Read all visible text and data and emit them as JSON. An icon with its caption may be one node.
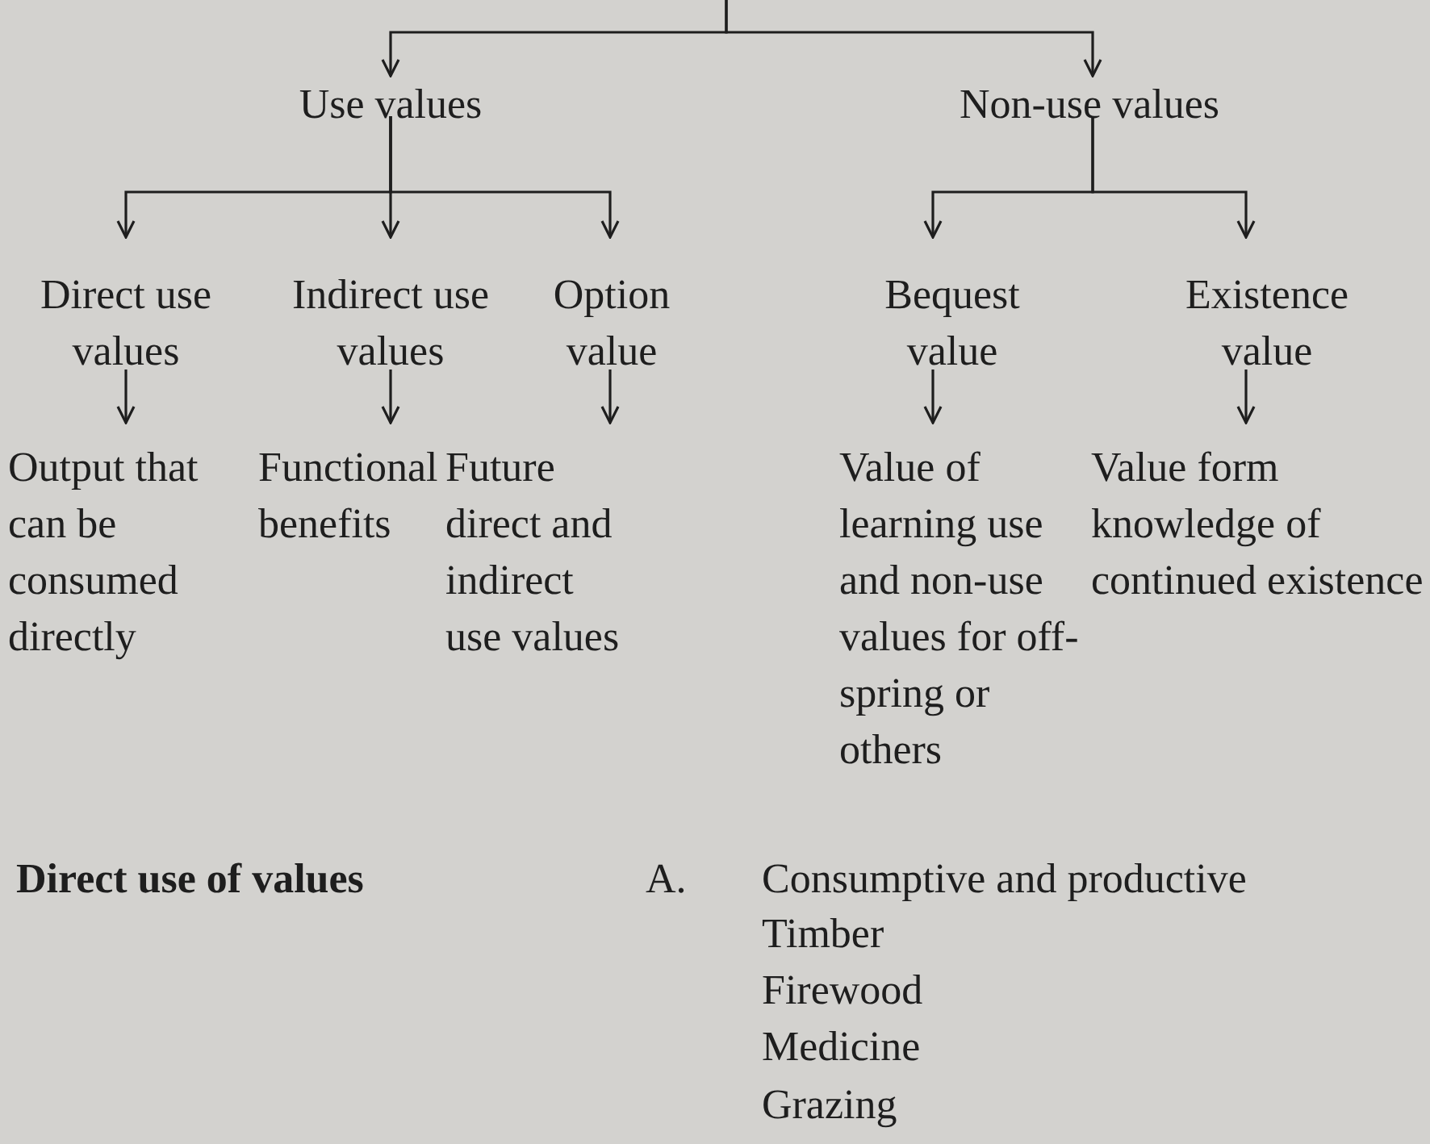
{
  "diagram": {
    "nodes": [
      {
        "text": [
          "Use values"
        ]
      },
      {
        "text": [
          "Non-use values"
        ]
      },
      {
        "text": [
          "Direct use values"
        ]
      },
      {
        "text": [
          "Indirect use values"
        ]
      },
      {
        "text": [
          "Option value"
        ]
      },
      {
        "text": [
          "Bequest value"
        ]
      },
      {
        "text": [
          "Existence value"
        ]
      },
      {
        "text": [
          "Output that can be consumed directly"
        ]
      },
      {
        "text": [
          "Functional benefits"
        ]
      },
      {
        "text": [
          "Future direct and indirect use values"
        ]
      },
      {
        "text": [
          "Value of learning use and non-use values for off-spring or others"
        ]
      },
      {
        "text": [
          "Value form knowledge of continued existence"
        ]
      }
    ],
    "edges": [
      {
        "from": null,
        "to": 0,
        "arrow": "to"
      },
      {
        "from": null,
        "to": 1,
        "arrow": "to"
      },
      {
        "from": 0,
        "to": 2,
        "arrow": "to"
      },
      {
        "from": 0,
        "to": 3,
        "arrow": "to"
      },
      {
        "from": 0,
        "to": 4,
        "arrow": "to"
      },
      {
        "from": 1,
        "to": 5,
        "arrow": "to"
      },
      {
        "from": 1,
        "to": 6,
        "arrow": "to"
      },
      {
        "from": 2,
        "to": 7,
        "arrow": "to"
      },
      {
        "from": 3,
        "to": 8,
        "arrow": "to"
      },
      {
        "from": 4,
        "to": 9,
        "arrow": "to"
      },
      {
        "from": 5,
        "to": 10,
        "arrow": "to"
      },
      {
        "from": 6,
        "to": 11,
        "arrow": "to"
      }
    ],
    "labels": [
      "Direct use of values",
      "A.",
      "Consumptive and productive",
      "Timber",
      "Firewood",
      "Medicine",
      "Grazing"
    ]
  }
}
